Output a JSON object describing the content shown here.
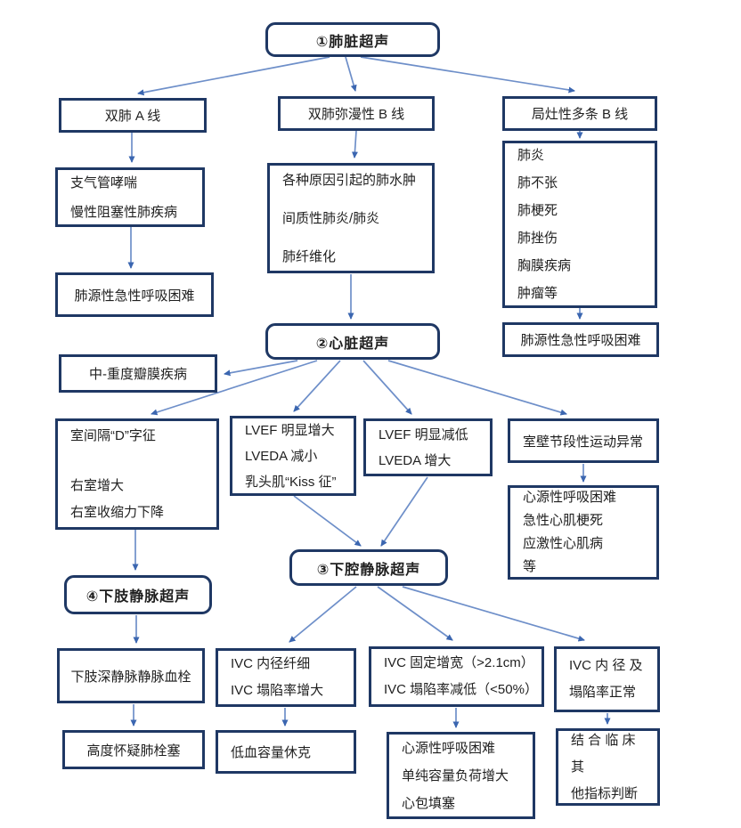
{
  "colors": {
    "box_border": "#1f3864",
    "arrow_line": "#6e8fc9",
    "arrow_head": "#3b66b0",
    "text": "#1a1a1a"
  },
  "nodes": {
    "lung_us": {
      "label": "①肺脏超声"
    },
    "a_lines": {
      "label": "双肺 A 线"
    },
    "diffuse_b": {
      "label": "双肺弥漫性 B 线"
    },
    "focal_b": {
      "label": "局灶性多条 B 线"
    },
    "asthma": {
      "lines": [
        "支气管哮喘",
        "慢性阻塞性肺疾病"
      ]
    },
    "edema": {
      "lines": [
        "各种原因引起的肺水肿",
        "间质性肺炎/肺炎",
        "肺纤维化"
      ]
    },
    "pneumonia": {
      "lines": [
        "肺炎",
        "肺不张",
        "肺梗死",
        "肺挫伤",
        "胸膜疾病",
        "肿瘤等"
      ]
    },
    "pulm_dyspnea_left": {
      "label": "肺源性急性呼吸困难"
    },
    "cardiac_us": {
      "label": "②心脏超声"
    },
    "pulm_dyspnea_right": {
      "label": "肺源性急性呼吸困难"
    },
    "valve": {
      "label": "中-重度瓣膜疾病"
    },
    "d_sign": {
      "lines": [
        "室间隔“D”字征",
        "右室增大",
        "右室收缩力下降"
      ]
    },
    "lvef_up": {
      "lines": [
        "LVEF 明显增大",
        "LVEDA 减小",
        "乳头肌“Kiss 征”"
      ]
    },
    "lvef_down": {
      "lines": [
        "LVEF 明显减低",
        "LVEDA 增大"
      ]
    },
    "wall_motion": {
      "label": "室壁节段性运动异常"
    },
    "cardiogenic_list": {
      "lines": [
        "心源性呼吸困难",
        "急性心肌梗死",
        "应激性心肌病",
        "等"
      ]
    },
    "ivc_us": {
      "label": "③下腔静脉超声"
    },
    "limb_us": {
      "label": "④下肢静脉超声"
    },
    "dvt": {
      "label": "下肢深静脉静脉血栓"
    },
    "ivc_thin": {
      "lines": [
        "IVC 内径纤细",
        "IVC 塌陷率增大"
      ]
    },
    "ivc_wide": {
      "lines": [
        "IVC 固定增宽（>2.1cm）",
        "IVC 塌陷率减低（<50%）"
      ]
    },
    "ivc_normal": {
      "lines": [
        "IVC 内 径 及",
        "塌陷率正常"
      ]
    },
    "pe": {
      "label": "高度怀疑肺栓塞"
    },
    "hypovolemia": {
      "label": "低血容量休克"
    },
    "cardiogenic_bottom": {
      "lines": [
        "心源性呼吸困难",
        "单纯容量负荷增大",
        "心包填塞"
      ]
    },
    "clinical": {
      "lines": [
        "结 合 临 床 其",
        "他指标判断"
      ]
    }
  }
}
